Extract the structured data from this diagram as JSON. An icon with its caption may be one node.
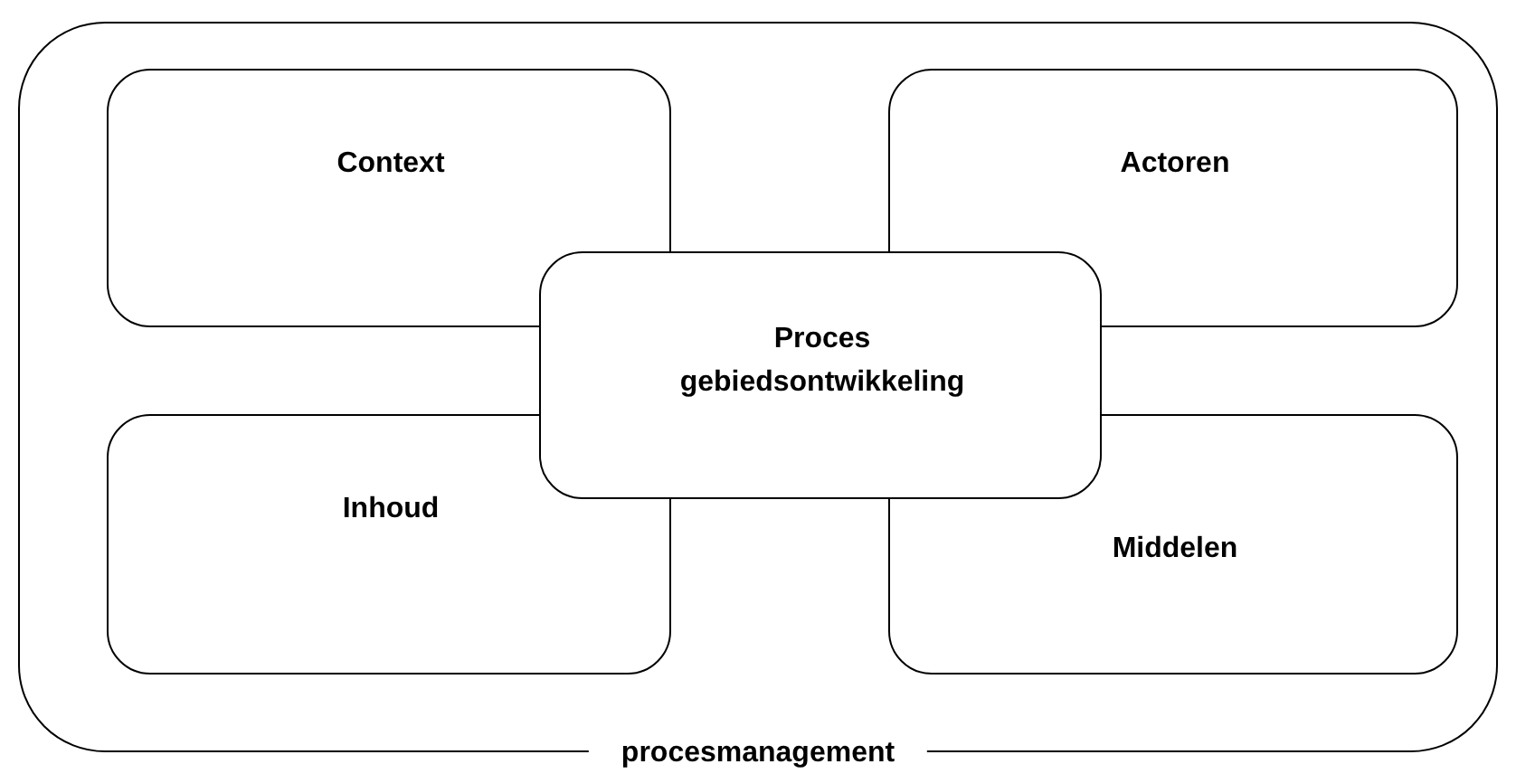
{
  "diagram": {
    "nodes": [
      {
        "text": [
          "procesmanagement"
        ]
      },
      {
        "text": [
          "Context"
        ],
        "in": 0
      },
      {
        "text": [
          "Actoren"
        ],
        "in": 0
      },
      {
        "text": [
          "Proces gebiedsontwikkeling"
        ],
        "in": 0
      },
      {
        "text": [
          "Inhoud"
        ],
        "in": 0
      },
      {
        "text": [
          "Middelen"
        ],
        "in": 0
      }
    ],
    "edges": []
  }
}
